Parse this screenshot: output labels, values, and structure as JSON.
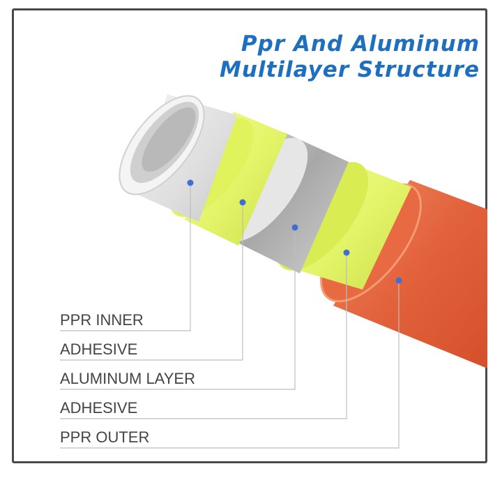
{
  "title": {
    "line1": "Ppr And Aluminum",
    "line2": "Multilayer Structure"
  },
  "layers": [
    {
      "label": "PPR INNER",
      "color": "#dcdcdc"
    },
    {
      "label": "ADHESIVE",
      "color": "#e4f56a"
    },
    {
      "label": "ALUMINUM LAYER",
      "color": "#b4b4b4"
    },
    {
      "label": "ADHESIVE",
      "color": "#e4f56a"
    },
    {
      "label": "PPR OUTER",
      "color": "#e2623c"
    }
  ],
  "colors": {
    "title": "#1f6fc0",
    "marker": "#3f6fd0",
    "frame": "#4a4a4a"
  }
}
